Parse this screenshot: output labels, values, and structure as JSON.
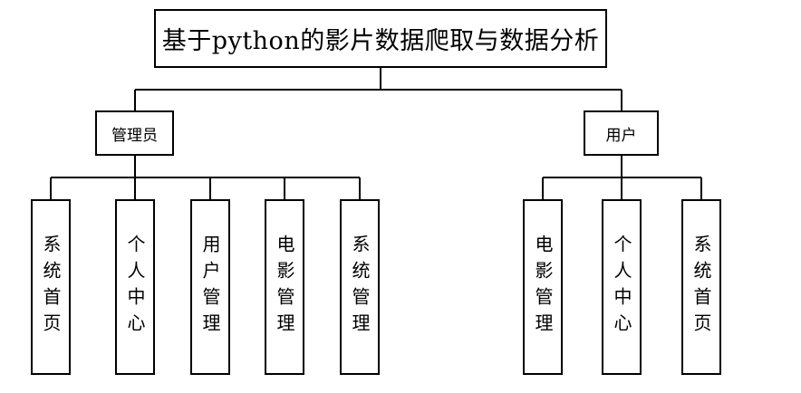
{
  "diagram": {
    "title": "基于python的影片数据爬取与数据分析",
    "roles": {
      "admin": {
        "label": "管理员",
        "modules": [
          "系统首页",
          "个人中心",
          "用户管理",
          "电影管理",
          "系统管理"
        ]
      },
      "user": {
        "label": "用户",
        "modules": [
          "电影管理",
          "个人中心",
          "系统首页"
        ]
      }
    }
  },
  "colors": {
    "line": "#000000",
    "box_border": "#000000",
    "background": "#ffffff"
  }
}
